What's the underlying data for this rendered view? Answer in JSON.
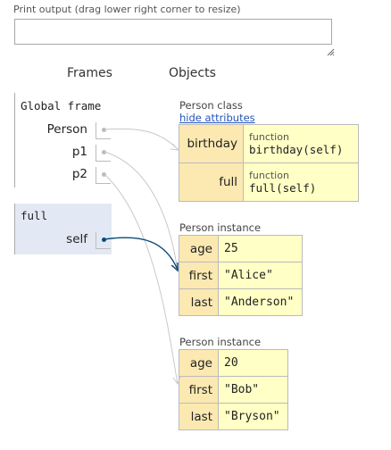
{
  "output": {
    "label": "Print output (drag lower right corner to resize)",
    "value": ""
  },
  "headers": {
    "frames": "Frames",
    "objects": "Objects"
  },
  "global_frame": {
    "title": "Global frame",
    "vars": [
      {
        "name": "Person"
      },
      {
        "name": "p1"
      },
      {
        "name": "p2"
      }
    ]
  },
  "call_frame": {
    "title": "full",
    "vars": [
      {
        "name": "self"
      }
    ]
  },
  "person_class": {
    "label": "Person class",
    "hide_link": "hide attributes",
    "rows": [
      {
        "key": "birthday",
        "tag": "function",
        "sig": "birthday(self)"
      },
      {
        "key": "full",
        "tag": "function",
        "sig": "full(self)"
      }
    ]
  },
  "instance1": {
    "label": "Person instance",
    "rows": [
      {
        "key": "age",
        "value": "25"
      },
      {
        "key": "first",
        "value": "\"Alice\""
      },
      {
        "key": "last",
        "value": "\"Anderson\""
      }
    ]
  },
  "instance2": {
    "label": "Person instance",
    "rows": [
      {
        "key": "age",
        "value": "20"
      },
      {
        "key": "first",
        "value": "\"Bob\""
      },
      {
        "key": "last",
        "value": "\"Bryson\""
      }
    ]
  },
  "colors": {
    "key_bg": "#fbe9b1",
    "value_bg": "#ffffc6",
    "active_frame_bg": "#e3e9f4",
    "active_arrow": "#0c4a7a",
    "inactive_arrow": "#c8c8c8"
  }
}
